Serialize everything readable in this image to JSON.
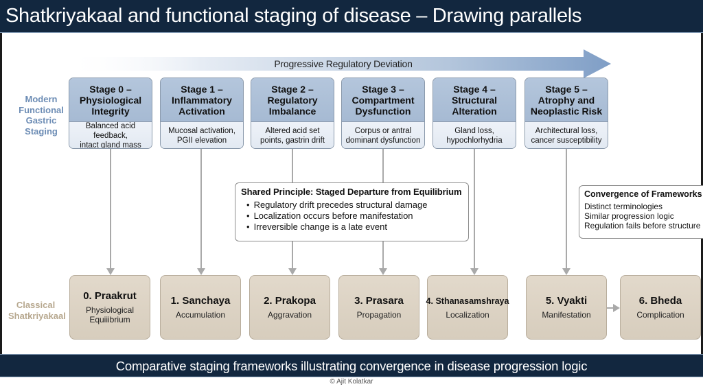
{
  "title": "Shatkriyakaal and functional staging of disease – Drawing parallels",
  "progress_arrow": {
    "label": "Progressive Regulatory Deviation"
  },
  "row_labels": {
    "modern": "Modern\nFunctional\nGastric\nStaging",
    "classical": "Classical\nShatkriyakaal"
  },
  "modern_stages": [
    {
      "title": "Stage 0 –\nPhysiological\nIntegrity",
      "description": "Balanced acid feedback,\nintact gland mass"
    },
    {
      "title": "Stage 1 –\nInflammatory\nActivation",
      "description": "Mucosal activation,\nPGII elevation"
    },
    {
      "title": "Stage 2 –\nRegulatory\nImbalance",
      "description": "Altered acid set\npoints, gastrin drift"
    },
    {
      "title": "Stage 3 –\nCompartment\nDysfunction",
      "description": "Corpus or antral\ndominant dysfunction"
    },
    {
      "title": "Stage 4 –\nStructural\nAlteration",
      "description": "Gland loss,\nhypochlorhydria"
    },
    {
      "title": "Stage 5 –\nAtrophy and\nNeoplastic Risk",
      "description": "Architectural loss,\ncancer susceptibility"
    }
  ],
  "classical_stages": [
    {
      "name": "0. Praakrut",
      "meaning": "Physiological\nEquiiibrium"
    },
    {
      "name": "1. Sanchaya",
      "meaning": "Accumulation"
    },
    {
      "name": "2. Prakopa",
      "meaning": "Aggravation"
    },
    {
      "name": "3. Prasara",
      "meaning": "Propagation"
    },
    {
      "name": "4. Sthanasamshraya",
      "meaning": "Localization"
    },
    {
      "name": "5. Vyakti",
      "meaning": "Manifestation"
    },
    {
      "name": "6. Bheda",
      "meaning": "Complication"
    }
  ],
  "shared_principle": {
    "title": "Shared Principle: Staged Departure from Equilibrium",
    "points": [
      "Regulatory drift precedes structural damage",
      "Localization occurs before manifestation",
      "Irreversible change is a late event"
    ]
  },
  "convergence": {
    "title": "Convergence of Frameworks",
    "lines": [
      "Distinct terminologies",
      "Similar progression logic",
      "Regulation fails before structure"
    ]
  },
  "caption": "Comparative staging frameworks illustrating convergence in disease progression logic",
  "copyright": "© Ajit Kolatkar",
  "colors": {
    "header_bg": "#12273f",
    "modern_stage_fill": "#a6bad3",
    "modern_label": "#6d8db5",
    "classical_stage_fill": "#d7cdbd",
    "classical_label": "#b7a88f",
    "connector": "#a9a9a9"
  }
}
